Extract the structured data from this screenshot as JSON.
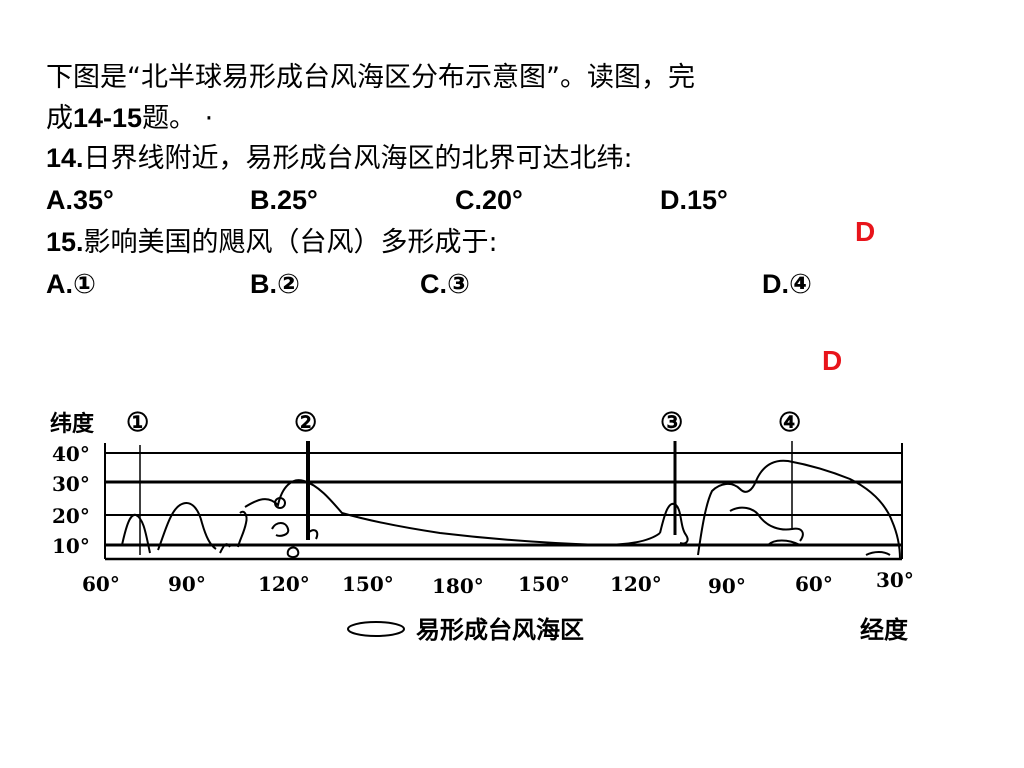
{
  "intro": {
    "line1": "下图是“北半球易形成台风海区分布示意图”。读图，完",
    "line2_prefix": "成",
    "line2_num": "14-15",
    "line2_suffix": "题。 ·"
  },
  "q14": {
    "num": "14.",
    "text": "日界线附近，易形成台风海区的北界可达北纬:",
    "options": [
      "A.35°",
      "B.25°",
      "C.20°",
      "D.15°"
    ],
    "answer": "D"
  },
  "q15": {
    "num": "15.",
    "text": "影响美国的飓风（台风）多形成于:",
    "options": [
      "A.①",
      "B.②",
      "C.③",
      "D.④"
    ],
    "answer": "D"
  },
  "figure": {
    "y_axis_label": "纬度",
    "lat_ticks": [
      "40°",
      "30°",
      "20°",
      "10°"
    ],
    "lon_ticks": [
      "60°",
      "90°",
      "120°",
      "150°",
      "180°",
      "150°",
      "120°",
      "90°",
      "60°",
      "30°"
    ],
    "markers": [
      "①",
      "②",
      "③",
      "④"
    ],
    "legend_label": "易形成台风海区",
    "x_axis_label": "经度",
    "line_color": "#000000"
  }
}
